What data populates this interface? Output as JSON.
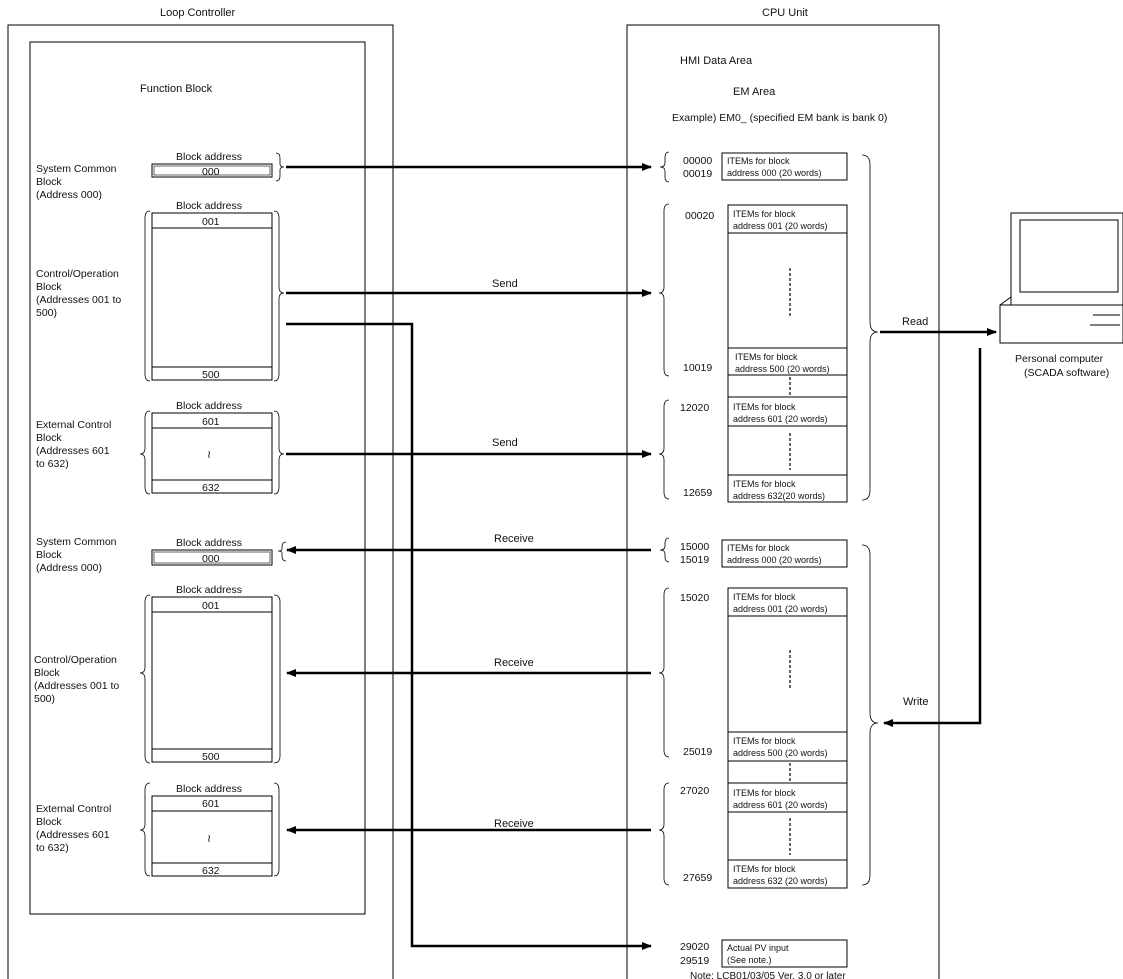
{
  "titles": {
    "loop_controller": "Loop Controller",
    "cpu_unit": "CPU Unit",
    "function_block": "Function Block",
    "hmi_data_area": "HMI Data Area",
    "em_area": "EM Area",
    "example": "Example) EM0_ (specified EM bank is bank 0)",
    "note": "Note: LCB01/03/05  Ver. 3.0 or later"
  },
  "left_groups": {
    "send_system_common": [
      "System Common",
      "Block",
      "(Address 000)"
    ],
    "send_control_op": [
      "Control/Operation",
      "Block",
      "(Addresses 001 to",
      "500)"
    ],
    "send_external": [
      "External Control",
      "Block",
      "(Addresses 601",
      "to 632)"
    ],
    "recv_system_common": [
      "System Common",
      "Block",
      "(Address 000)"
    ],
    "recv_control_op": [
      "Control/Operation",
      "Block",
      "(Addresses 001 to",
      "500)"
    ],
    "recv_external": [
      "External Control",
      "Block",
      "(Addresses 601",
      "to 632)"
    ]
  },
  "blocks": {
    "block_address_label": "Block address",
    "addr_000": "000",
    "addr_001": "001",
    "addr_500": "500",
    "addr_601": "601",
    "addr_632": "632",
    "tilde": "≀"
  },
  "arrows": {
    "send": "Send",
    "receive": "Receive",
    "read": "Read",
    "write": "Write"
  },
  "em_addresses": {
    "a00000": "00000",
    "a00019": "00019",
    "a00020": "00020",
    "a10019": "10019",
    "a12020": "12020",
    "a12659": "12659",
    "a15000": "15000",
    "a15019": "15019",
    "a15020": "15020",
    "a25019": "25019",
    "a27020": "27020",
    "a27659": "27659",
    "a29020": "29020",
    "a29519": "29519"
  },
  "items": {
    "items_for_block": "ITEMs for block",
    "addr000_20w": "address 000 (20 words)",
    "addr001_20w": "address 001 (20 words)",
    "addr500_20w": "address 500 (20 words)",
    "addr601_20w": "address 601 (20 words)",
    "addr632_20w_nospace": "address 632(20 words)",
    "addr632_20w": "address 632 (20 words)",
    "actual_pv_input": "Actual PV input",
    "see_note": "(See note.)"
  },
  "computer": {
    "line1": "Personal computer",
    "line2": "(SCADA software)"
  }
}
